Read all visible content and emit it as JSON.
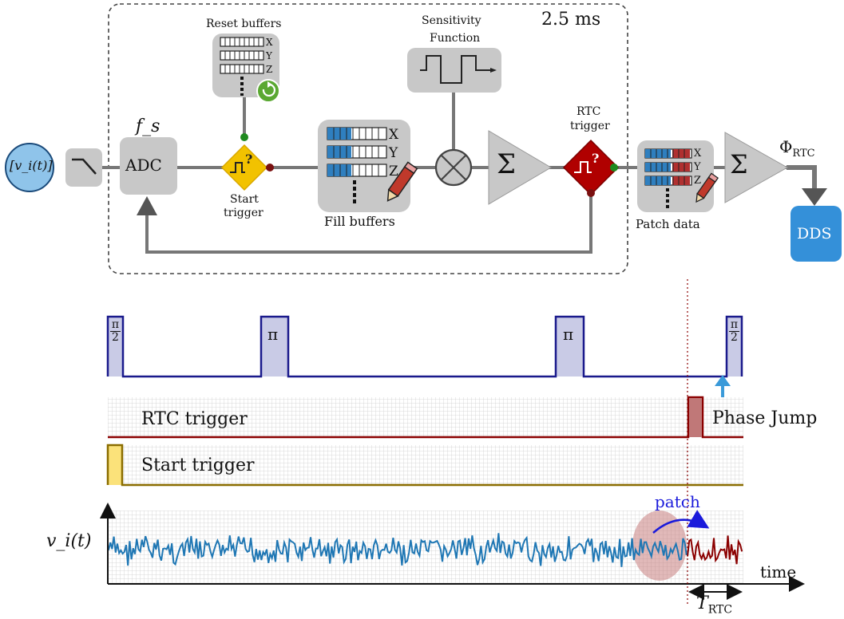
{
  "top_diagram": {
    "duration_label": "2.5 ms",
    "input_label": "[v_i(t)]",
    "fs_label": "f_s",
    "adc_label": "ADC",
    "reset_buffers_label": "Reset buffers",
    "sensitivity_label_line1": "Sensitivity",
    "sensitivity_label_line2": "Function",
    "rtc_trigger_label_line1": "RTC",
    "rtc_trigger_label_line2": "trigger",
    "start_trigger_label_line1": "Start",
    "start_trigger_label_line2": "trigger",
    "fill_buffers_label": "Fill buffers",
    "patch_data_label": "Patch data",
    "phi_label": "Φ",
    "phi_sub": "RTC",
    "dds_label": "DDS",
    "sum_symbol": "Σ",
    "trigger_glyph": "?",
    "axis_labels": [
      "X",
      "Y",
      "Z"
    ]
  },
  "timing_diagram": {
    "pulse_labels": [
      "π/2",
      "π",
      "π",
      "π/2"
    ],
    "pi_half_num": "π",
    "pi_half_den": "2",
    "pi_label": "π",
    "rtc_trigger_label": "RTC trigger",
    "phase_jump_label": "Phase Jump",
    "start_trigger_label": "Start trigger",
    "patch_label": "patch",
    "signal_label": "v_i(t)",
    "time_label": "time",
    "trtc_label": "T",
    "trtc_sub": "RTC"
  },
  "colors": {
    "box_gray": "#c8c8c8",
    "input_blue": "#8fc4ea",
    "dds_blue": "#3490d9",
    "trigger_yellow": "#f2c200",
    "trigger_red": "#b00000",
    "pulse_navy": "#1a1a8c",
    "pulse_fill": "#c9cbe6",
    "signal_blue": "#1f77b4",
    "signal_red": "#8b0000",
    "start_olive": "#8a6d00",
    "rtc_darkred": "#8b0000",
    "patch_blue": "#1a1adb",
    "reset_green": "#5aa832"
  }
}
